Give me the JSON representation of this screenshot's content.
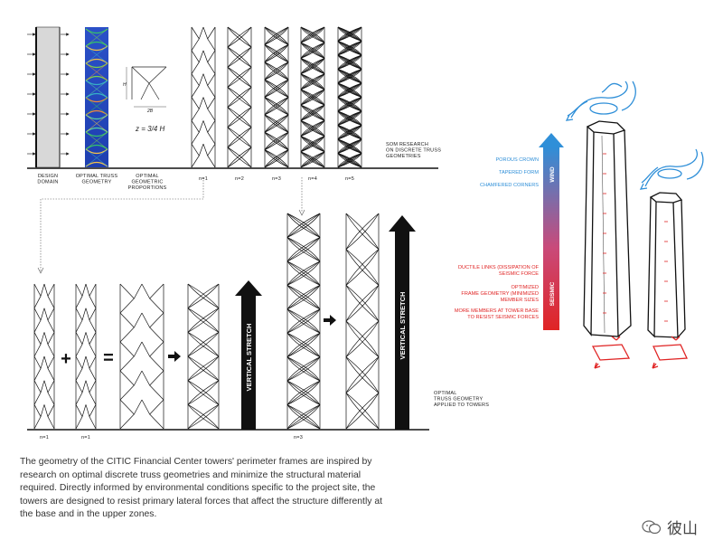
{
  "top_row": {
    "design_domain_label": "DESIGN\nDOMAIN",
    "optimal_truss_label": "OPTIMAL TRUSS\nGEOMETRY",
    "optimal_proportions_label": "OPTIMAL\nGEOMETRIC\nPROPORTIONS",
    "formula": "z = 3/4 H",
    "truss_labels": [
      "n=1",
      "n=2",
      "n=3",
      "n=4",
      "n=5"
    ],
    "side_note": "SOM RESEARCH\nON DISCRETE TRUSS\nGEOMETRIES"
  },
  "bottom_row": {
    "labels": [
      "n=1",
      "n=1",
      "n=3"
    ],
    "operators": [
      "+",
      "="
    ],
    "stretch_label": "VERTICAL STRETCH",
    "side_note": "OPTIMAL\nTRUSS GEOMETRY\nAPPLIED TO TOWERS"
  },
  "environment": {
    "wind_label": "WIND",
    "seismic_label": "SEISMIC",
    "wind_items": [
      "POROUS CROWN",
      "TAPERED FORM",
      "CHAMFERED CORNERS"
    ],
    "seismic_items": [
      "DUCTILE LINKS (DISSIPATION OF\nSEISMIC FORCE",
      "OPTIMIZED\nFRAME GEOMETRY (MINIMIZED\nMEMBER SIZES",
      "MORE MEMBERS AT TOWER BASE\nTO RESIST SEISMIC FORCES"
    ],
    "wind_color": "#2f8fd8",
    "seismic_color": "#e02424"
  },
  "caption": "The geometry of the CITIC Financial Center towers' perimeter frames are inspired by research on optimal discrete truss geometries and minimize the structural material required. Directly informed by environmental conditions specific to the project site, the towers are designed to resist primary lateral forces that affect the structure differently at the base and in the upper zones.",
  "watermark": "彼山"
}
